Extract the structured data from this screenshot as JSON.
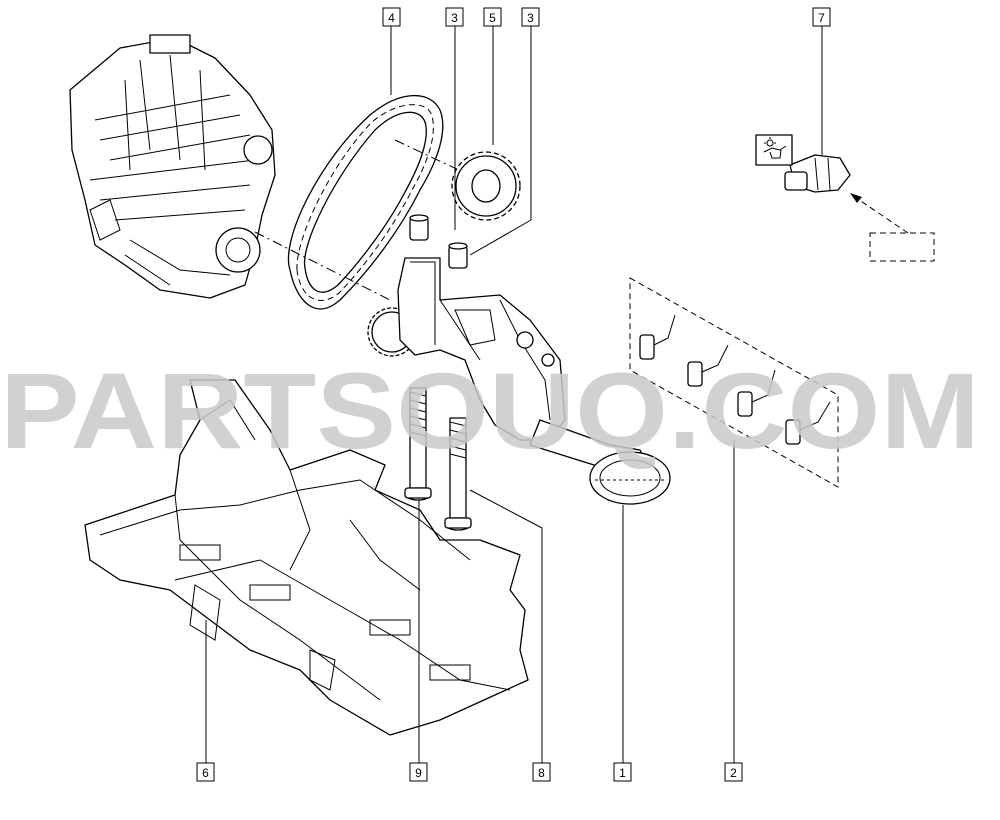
{
  "watermark": "PARTSOUQ.COM",
  "callouts": {
    "c1": "1",
    "c2": "2",
    "c3a": "3",
    "c3b": "3",
    "c4": "4",
    "c5": "5",
    "c6": "6",
    "c7": "7",
    "c8": "8",
    "c9": "9"
  },
  "icons": {
    "engine": "engine-assembly-icon",
    "oil_pressure": "oil-pressure-warning-icon"
  }
}
